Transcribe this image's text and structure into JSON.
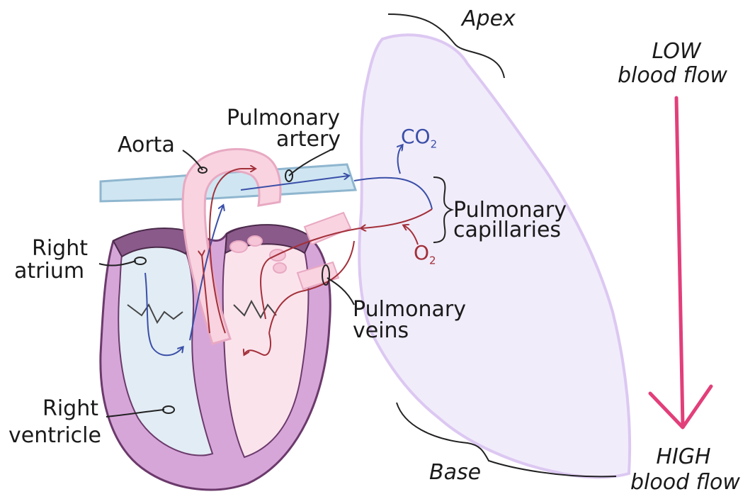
{
  "labels": {
    "apex": "Apex",
    "base": "Base",
    "aorta": "Aorta",
    "pulmonary_artery": [
      "Pulmonary",
      "artery"
    ],
    "pulmonary_capillaries": [
      "Pulmonary",
      "capillaries"
    ],
    "pulmonary_veins": [
      "Pulmonary",
      "veins"
    ],
    "right_atrium": [
      "Right",
      "atrium"
    ],
    "right_ventricle": [
      "Right",
      "ventricle"
    ],
    "co2": {
      "main": "CO",
      "sub": "2"
    },
    "o2": {
      "main": "O",
      "sub": "2"
    }
  },
  "flow_gradient": {
    "top": [
      "LOW",
      "blood flow"
    ],
    "bottom": [
      "HIGH",
      "blood flow"
    ],
    "arrow_color": "#e23f7a"
  },
  "colors": {
    "lung_fill": "#f1ecfa",
    "lung_stroke": "#dcc8f2",
    "heart_outer": "#d7a6d9",
    "heart_stroke": "#6b3a6b",
    "right_chamber": "#e2ecf4",
    "left_chamber": "#fbe3ec",
    "aorta_fill": "#f9d3e0",
    "pulm_artery_fill": "#cfe6f2",
    "deoxy_line": "#3a4fa8",
    "oxy_line": "#a3303a"
  }
}
